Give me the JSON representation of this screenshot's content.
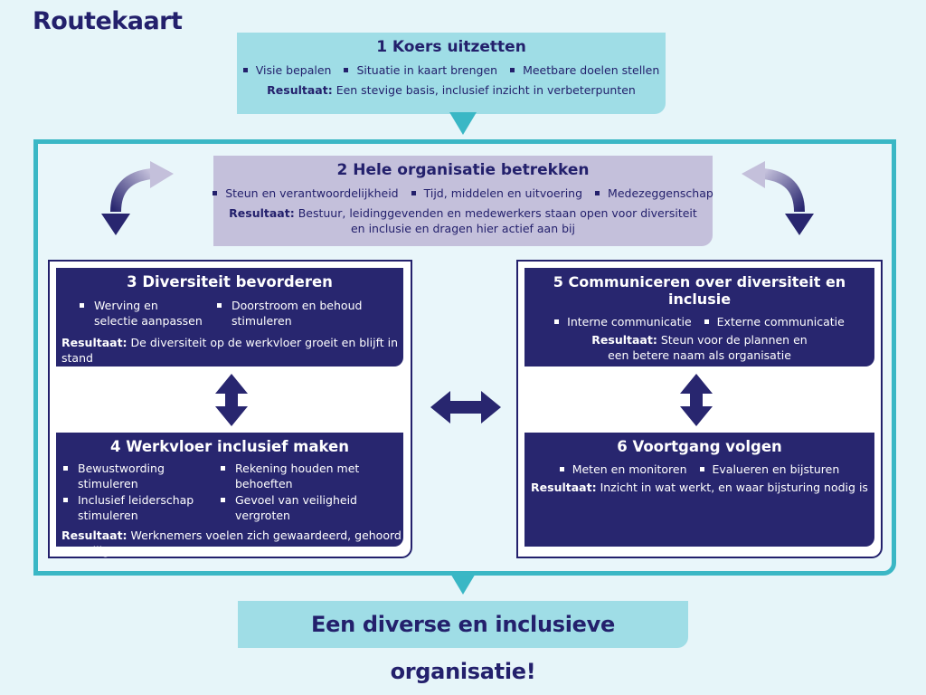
{
  "title": "Routekaart",
  "step1": {
    "heading": "1  Koers uitzetten",
    "bullets": [
      "Visie bepalen",
      "Situatie in kaart brengen",
      "Meetbare doelen stellen"
    ],
    "result_label": "Resultaat:",
    "result_text": "Een stevige basis, inclusief inzicht in verbeterpunten"
  },
  "step2": {
    "heading": "2  Hele organisatie betrekken",
    "bullets": [
      "Steun en verantwoordelijkheid",
      "Tijd, middelen en uitvoering",
      "Medezeggenschap"
    ],
    "result_label": "Resultaat:",
    "result_line1": "Bestuur, leidinggevenden en medewerkers staan open voor diversiteit",
    "result_line2": "en inclusie en dragen hier actief aan bij"
  },
  "step3": {
    "heading": "3  Diversiteit bevorderen",
    "col1": [
      "Werving en selectie aanpassen"
    ],
    "col2": [
      "Doorstroom en behoud stimuleren"
    ],
    "result_label": "Resultaat:",
    "result_text": "De diversiteit op de werkvloer groeit en blijft in stand"
  },
  "step4": {
    "heading": "4  Werkvloer inclusief maken",
    "col1": [
      "Bewustwording stimuleren",
      "Inclusief leiderschap stimuleren"
    ],
    "col2": [
      "Rekening houden met behoeften",
      "Gevoel van veiligheid vergroten"
    ],
    "result_label": "Resultaat:",
    "result_text": "Werknemers voelen zich gewaardeerd, gehoord en veilig"
  },
  "step5": {
    "heading": "5  Communiceren over diversiteit en inclusie",
    "bullets": [
      "Interne communicatie",
      "Externe communicatie"
    ],
    "result_label": "Resultaat:",
    "result_line1": "Steun voor de plannen en",
    "result_line2": "een betere naam als organisatie"
  },
  "step6": {
    "heading": "6  Voortgang volgen",
    "bullets": [
      "Meten en monitoren",
      "Evalueren en bijsturen"
    ],
    "result_label": "Resultaat:",
    "result_text": "Inzicht in wat werkt, en waar bijsturing nodig is"
  },
  "final": "Een diverse en inclusieve organisatie!",
  "colors": {
    "navy": "#28266f",
    "teal": "#3ab7c5",
    "light_teal": "#9fdde6",
    "lavender": "#c4c0db",
    "background": "#e6f5f9"
  }
}
